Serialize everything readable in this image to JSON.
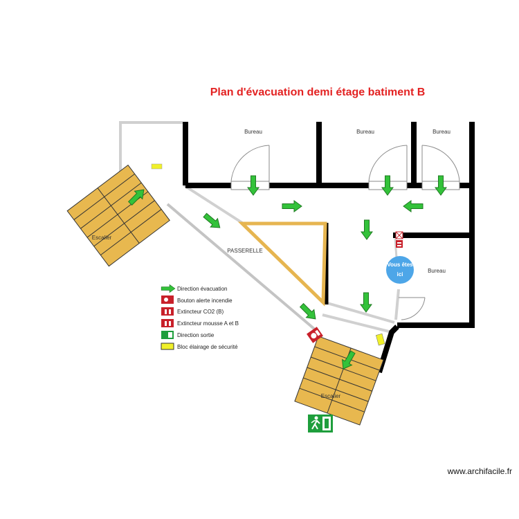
{
  "title": "Plan d'évacuation demi étage batiment B",
  "colors": {
    "title": "#e32222",
    "wall": "#000000",
    "stairs": "#e8b84f",
    "arrow": "#33c23a",
    "passerelle": "#e6b550",
    "alarm": "#c8202a",
    "exit_sign": "#1e9e3c",
    "security_light": "#f0f02a",
    "here_marker": "#4da6e8"
  },
  "rooms": {
    "bureau_1": "Bureau",
    "bureau_2": "Bureau",
    "bureau_3": "Bureau",
    "bureau_4": "Bureau",
    "passerelle": "PASSERELLE",
    "escalier_left": "Escalier",
    "escalier_right": "Escalier"
  },
  "you_are_here": {
    "line1": "Vous êtes",
    "line2": "ici"
  },
  "legend": [
    {
      "icon": "green-arrow-icon",
      "label": "Direction évacuation"
    },
    {
      "icon": "fire-alarm-button-icon",
      "label": "Bouton alerte incendie"
    },
    {
      "icon": "co2-extinguisher-icon",
      "label": "Extincteur CO2 (B)"
    },
    {
      "icon": "foam-extinguisher-icon",
      "label": "Extincteur mousse A et B"
    },
    {
      "icon": "exit-direction-icon",
      "label": "Direction sortie"
    },
    {
      "icon": "security-light-icon",
      "label": "Bloc élairage de sécurité"
    }
  ],
  "watermark": "www.archifacile.fr"
}
